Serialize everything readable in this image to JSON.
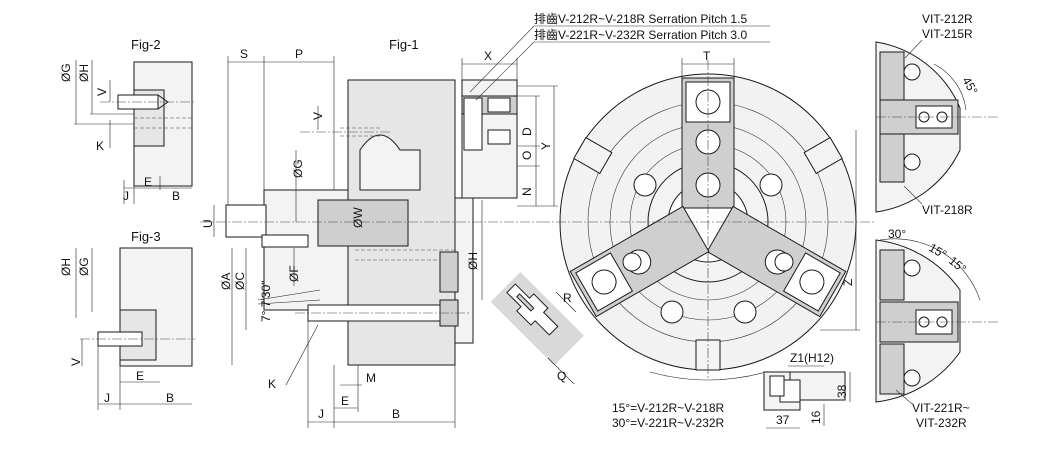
{
  "figures": {
    "fig1": "Fig-1",
    "fig2": "Fig-2",
    "fig3": "Fig-3"
  },
  "notes": {
    "serration_1": "排齒V-212R~V-218R Serration Pitch 1.5",
    "serration_2": "排齒V-221R~V-232R Serration Pitch 3.0",
    "angle_1": "15°=V-212R~V-218R",
    "angle_2": "30°=V-221R~V-232R"
  },
  "variants": {
    "top_a": "VIT-212R",
    "top_b": "VIT-215R",
    "mid": "VIT-218R",
    "bottom_a": "VIT-221R~",
    "bottom_b": "VIT-232R"
  },
  "angles": {
    "a45": "45°",
    "a30": "30°",
    "a15a": "15°",
    "a15b": "15°",
    "taper": "7° 7'30\""
  },
  "dims": {
    "S": "S",
    "P": "P",
    "X": "X",
    "T": "T",
    "V": "V",
    "D": "D",
    "O": "O",
    "Y": "Y",
    "N": "N",
    "U": "U",
    "W": "ØW",
    "G": "ØG",
    "H": "ØH",
    "F": "ØF",
    "A": "ØA",
    "C": "ØC",
    "K": "K",
    "J": "J",
    "E": "E",
    "B": "B",
    "M": "M",
    "Z": "Z",
    "R": "R",
    "Q": "Q",
    "Z1": "Z1(H12)",
    "d38": "38",
    "d37": "37",
    "d16": "16"
  }
}
